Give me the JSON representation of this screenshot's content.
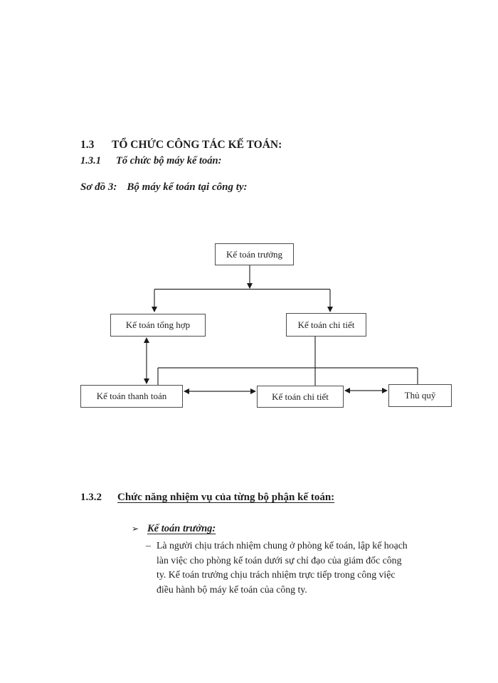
{
  "document": {
    "heading_13": {
      "number": "1.3",
      "title": "TỔ CHỨC CÔNG TÁC KẾ TOÁN:"
    },
    "heading_131": {
      "number": "1.3.1",
      "title": "Tổ chức bộ máy kế toán:"
    },
    "diagram_caption": {
      "label": "Sơ đồ 3:",
      "text": "Bộ máy kế toán tại công ty:"
    },
    "diagram": {
      "boxes": {
        "top": "Kế toán trưởng",
        "mid_left": "Kế toán tổng hợp",
        "mid_right": "Kế toán chi tiết",
        "bottom_left": "Kế toán thanh toán",
        "bottom_mid": "Kế toán chi tiết",
        "bottom_right": "Thủ quỹ"
      }
    },
    "heading_132": {
      "number": "1.3.2",
      "title": "Chức năng nhiệm vụ của từng bộ phận kế toán:"
    },
    "bullet": {
      "marker": "➢",
      "label": "Kế toán trưởng:"
    },
    "list_item": {
      "marker": "–",
      "lines": [
        "Là người chịu trách nhiệm chung ở phòng kế toán, lập kế hoạch",
        "làn việc cho phòng kế toán dưới sự chỉ đạo của giám đốc công",
        "ty. Kế toán trưởng chịu trách nhiệm trực tiếp trong công việc",
        "điều hành bộ máy kế toán của công ty."
      ]
    },
    "colors": {
      "text": "#1e1e1e",
      "box_border": "#4d4d4d",
      "line": "#2b2b2b"
    }
  }
}
